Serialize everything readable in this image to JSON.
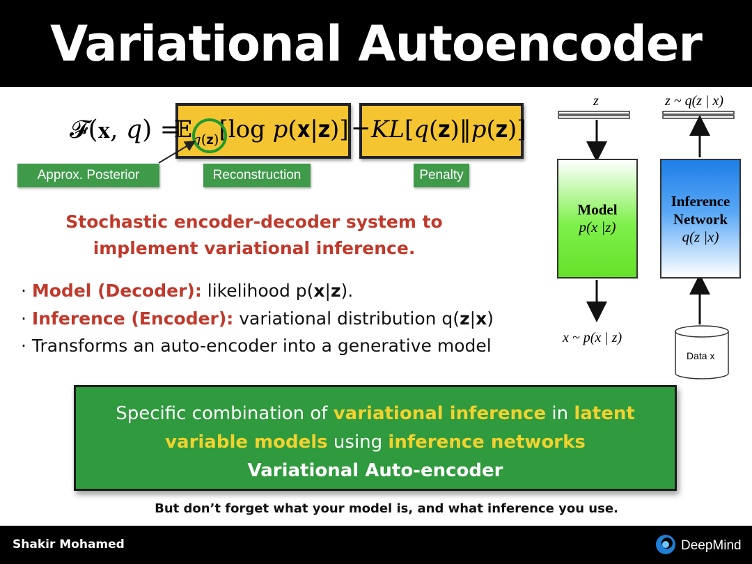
{
  "slide": {
    "title": "Variational Autoencoder"
  },
  "equation": {
    "lhs": "𝓕(𝐱, 𝑞) = ",
    "expectation": "𝔼",
    "subscript": "𝑞(𝐳)",
    "reconstruction": "[log 𝑝(𝐱|𝐳)]",
    "minus": "−",
    "penalty": "𝐾𝐿[𝑞(𝐳)‖𝑝(𝐳)]"
  },
  "labels": {
    "approx_posterior": "Approx. Posterior",
    "reconstruction": "Reconstruction",
    "penalty": "Penalty"
  },
  "subtitle": {
    "line1": "Stochastic encoder-decoder system to",
    "line2": "implement variational inference."
  },
  "bullets": [
    {
      "bold": "Model (Decoder):",
      "pre": " likelihood p(",
      "b1": "x",
      "mid": "|",
      "b2": "z",
      "post": ")."
    },
    {
      "bold": "Inference (Encoder):",
      "pre": " variational distribution q(",
      "b1": "z",
      "mid": "|",
      "b2": "x",
      "post": ")"
    },
    {
      "text": "Transforms an auto-encoder into a generative model"
    }
  ],
  "diagram": {
    "model_top_label": "z",
    "inference_top_label": "z ~ q(z | x)",
    "model_title": "Model",
    "model_expr": "p(x |z)",
    "inference_title_1": "Inference",
    "inference_title_2": "Network",
    "inference_expr": "q(z |x)",
    "model_output_label": "x ~ p(x | z)",
    "data_label": "Data x",
    "colors": {
      "model_fill": "#66e02a",
      "inference_fill": "#1e7fe8"
    }
  },
  "summary": {
    "p1": "Specific combination of ",
    "h1": "variational inference",
    "p2": " in ",
    "h2": "latent variable models",
    "p3": " using ",
    "h3": "inference networks",
    "line3": "Variational Auto-encoder"
  },
  "footnote": "But don’t forget what your model is, and what inference you use.",
  "footer": {
    "author": "Shakir Mohamed",
    "brand": "DeepMind"
  },
  "colors": {
    "highlight_box": "#f4c531",
    "label_green": "#3f9b4a",
    "summary_green": "#2f9a3e",
    "accent_red": "#c0392b",
    "accent_yellow": "#f2d22e"
  }
}
